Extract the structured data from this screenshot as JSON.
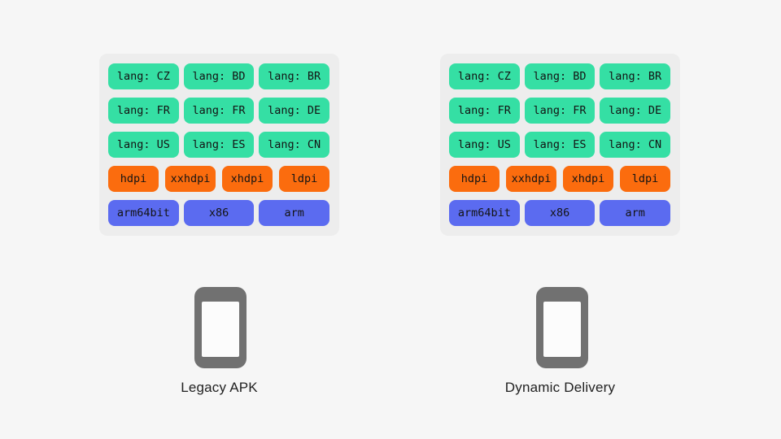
{
  "colors": {
    "page_bg": "#F6F6F6",
    "panel_bg": "#EDEDED",
    "lang_chip": "#35DFA4",
    "density_chip": "#FB6C0E",
    "abi_chip": "#5B6BF0",
    "chip_text": "#141414",
    "phone": "#717171",
    "phone_screen": "#FCFCFC",
    "label_text": "#212121"
  },
  "panels": [
    {
      "label": "Legacy APK",
      "rows": [
        {
          "type": "lang",
          "chips": [
            "lang: CZ",
            "lang: BD",
            "lang: BR"
          ]
        },
        {
          "type": "lang",
          "chips": [
            "lang: FR",
            "lang: FR",
            "lang: DE"
          ]
        },
        {
          "type": "lang",
          "chips": [
            "lang: US",
            "lang: ES",
            "lang: CN"
          ]
        },
        {
          "type": "density",
          "chips": [
            "hdpi",
            "xxhdpi",
            "xhdpi",
            "ldpi"
          ]
        },
        {
          "type": "abi",
          "chips": [
            "arm64bit",
            "x86",
            "arm"
          ]
        }
      ]
    },
    {
      "label": "Dynamic Delivery",
      "rows": [
        {
          "type": "lang",
          "chips": [
            "lang: CZ",
            "lang: BD",
            "lang: BR"
          ]
        },
        {
          "type": "lang",
          "chips": [
            "lang: FR",
            "lang: FR",
            "lang: DE"
          ]
        },
        {
          "type": "lang",
          "chips": [
            "lang: US",
            "lang: ES",
            "lang: CN"
          ]
        },
        {
          "type": "density",
          "chips": [
            "hdpi",
            "xxhdpi",
            "xhdpi",
            "ldpi"
          ]
        },
        {
          "type": "abi",
          "chips": [
            "arm64bit",
            "x86",
            "arm"
          ]
        }
      ]
    }
  ]
}
